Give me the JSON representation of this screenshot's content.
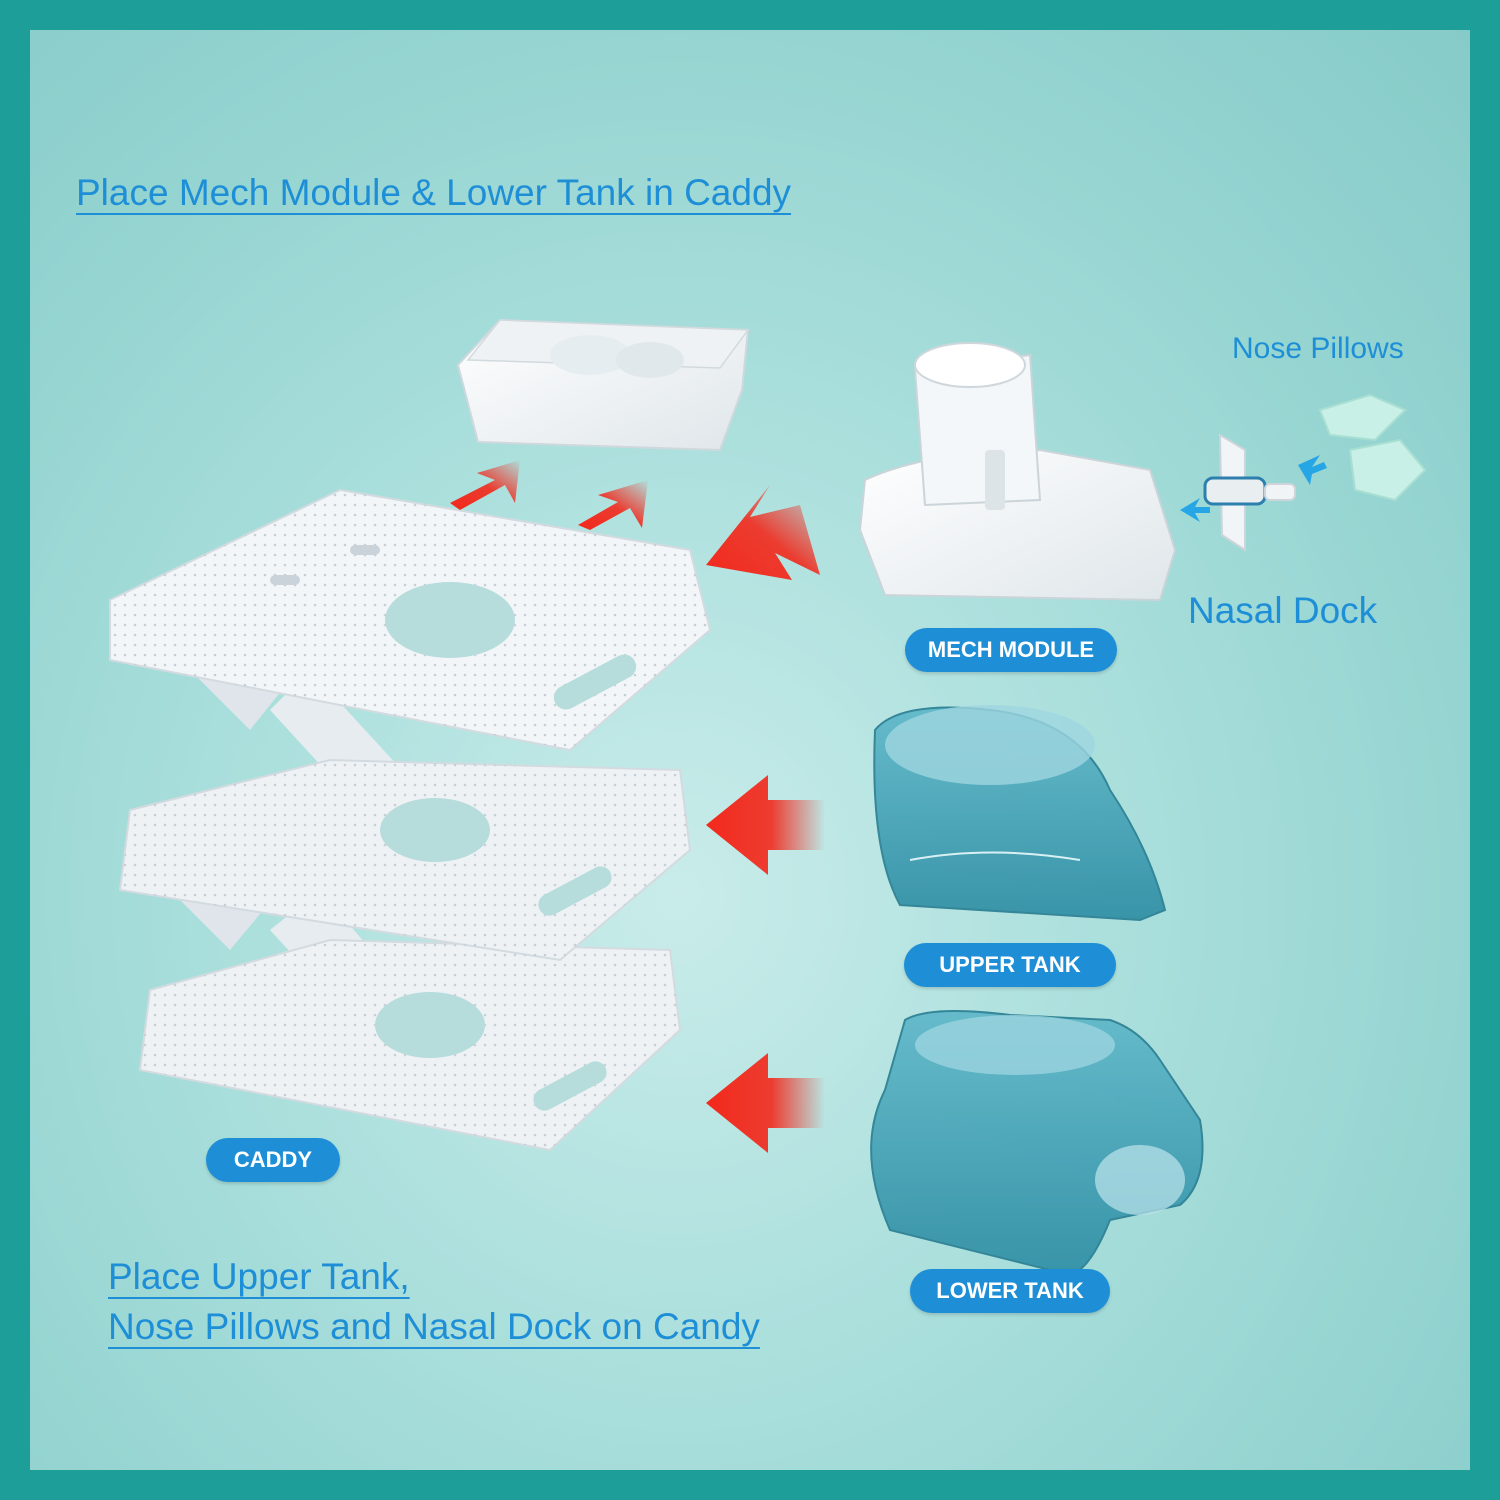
{
  "headings": {
    "top": "Place Mech Module & Lower Tank in Caddy",
    "bottom_line1": "Place Upper Tank,",
    "bottom_line2": "Nose Pillows and Nasal Dock on Candy"
  },
  "callouts": {
    "nose_pillows": "Nose Pillows",
    "nasal_dock": "Nasal Dock"
  },
  "badges": {
    "mech_module": "MECH MODULE",
    "upper_tank": "UPPER TANK",
    "lower_tank": "LOWER TANK",
    "caddy": "CADDY"
  },
  "colors": {
    "frame": "#1d9e98",
    "accent_blue": "#1e8fd6",
    "arrow_red": "#f2291c",
    "tank_teal": "#3f9fb4"
  },
  "icons": [
    "red-arrow-icon",
    "blue-arrow-icon"
  ]
}
